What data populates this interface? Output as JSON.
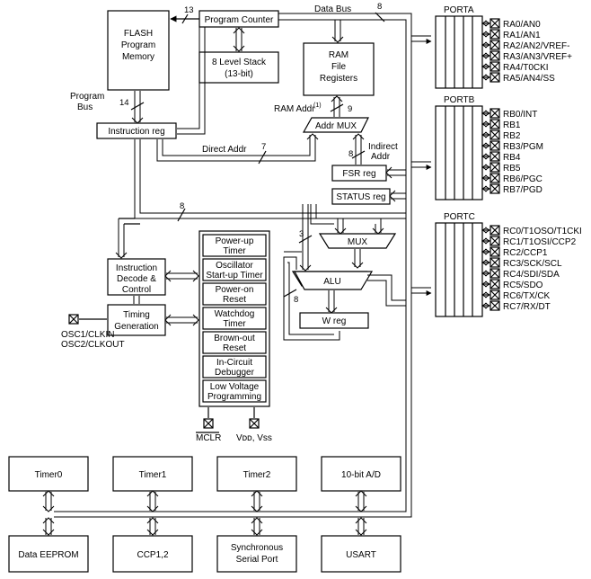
{
  "blocks": {
    "flash": [
      "FLASH",
      "Program",
      "Memory"
    ],
    "program_counter": "Program Counter",
    "stack": [
      "8 Level Stack",
      "(13-bit)"
    ],
    "ram": [
      "RAM",
      "File",
      "Registers"
    ],
    "instruction_reg": "Instruction reg",
    "addr_mux": "Addr MUX",
    "fsr_reg": "FSR reg",
    "status_reg": "STATUS reg",
    "mux": "MUX",
    "alu": "ALU",
    "w_reg": "W reg",
    "instr_decode": [
      "Instruction",
      "Decode &",
      "Control"
    ],
    "timing_gen": [
      "Timing",
      "Generation"
    ],
    "control_units": [
      [
        "Power-up",
        "Timer"
      ],
      [
        "Oscillator",
        "Start-up Timer"
      ],
      [
        "Power-on",
        "Reset"
      ],
      [
        "Watchdog",
        "Timer"
      ],
      [
        "Brown-out",
        "Reset"
      ],
      [
        "In-Circuit",
        "Debugger"
      ],
      [
        "Low Voltage",
        "Programming"
      ]
    ],
    "peripherals_top": [
      "Timer0",
      "Timer1",
      "Timer2",
      "10-bit A/D"
    ],
    "peripherals_bottom": [
      [
        "Data EEPROM"
      ],
      [
        "CCP1,2"
      ],
      [
        "Synchronous",
        "Serial Port"
      ],
      [
        "USART"
      ]
    ]
  },
  "labels": {
    "data_bus": "Data Bus",
    "program_bus": [
      "Program",
      "Bus"
    ],
    "ram_addr": "RAM Addr",
    "ram_addr_sup": "(1)",
    "direct_addr": "Direct Addr",
    "indirect_addr": [
      "Indirect",
      "Addr"
    ],
    "osc": [
      "OSC1/CLKIN",
      "OSC2/CLKOUT"
    ],
    "mclr": "MCLR",
    "vdd_vss": "Vᴅᴅ, Vss"
  },
  "bus_widths": {
    "pc_flash": "13",
    "data_bus": "8",
    "program_bus": "14",
    "ram_addr": "9",
    "direct_addr": "7",
    "indirect_addr": "8",
    "internal_bus": "8",
    "status_alu": "3",
    "w_alu": "8"
  },
  "ports": [
    {
      "name": "PORTA",
      "pins": [
        "RA0/AN0",
        "RA1/AN1",
        "RA2/AN2/VREF-",
        "RA3/AN3/VREF+",
        "RA4/T0CKI",
        "RA5/AN4/SS"
      ]
    },
    {
      "name": "PORTB",
      "pins": [
        "RB0/INT",
        "RB1",
        "RB2",
        "RB3/PGM",
        "RB4",
        "RB5",
        "RB6/PGC",
        "RB7/PGD"
      ]
    },
    {
      "name": "PORTC",
      "pins": [
        "RC0/T1OSO/T1CKI",
        "RC1/T1OSI/CCP2",
        "RC2/CCP1",
        "RC3/SCK/SCL",
        "RC4/SDI/SDA",
        "RC5/SDO",
        "RC6/TX/CK",
        "RC7/RX/DT"
      ]
    }
  ]
}
